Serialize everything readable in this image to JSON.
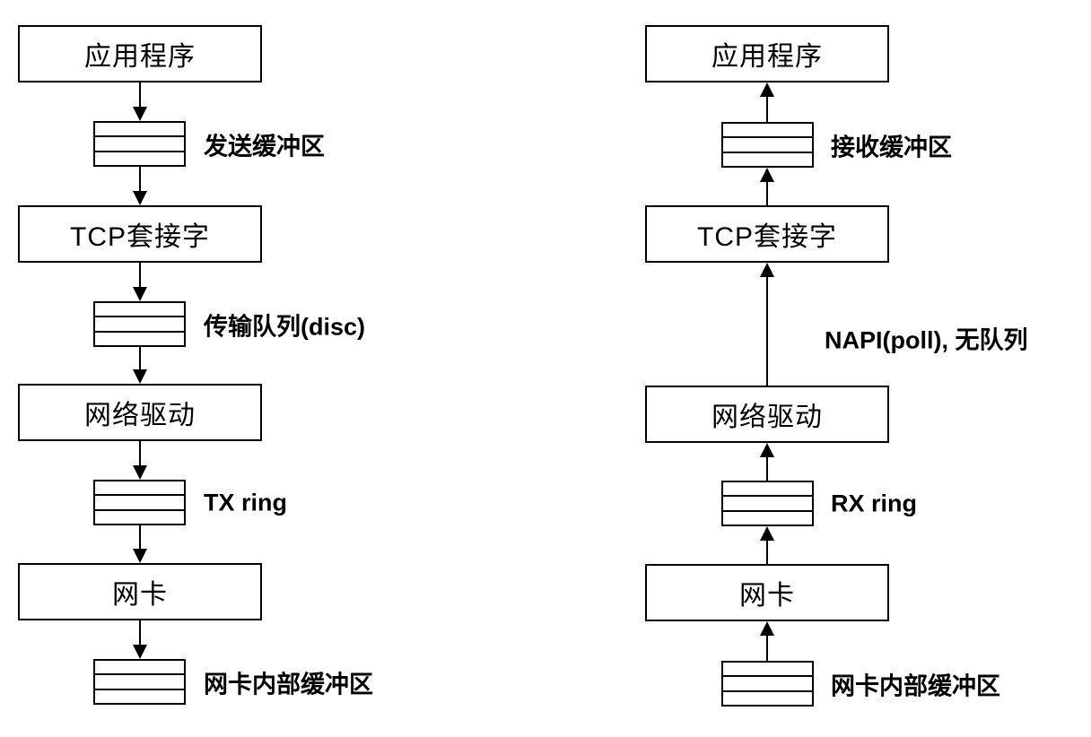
{
  "diagram": {
    "description": "Linux network stack send and receive paths",
    "colors": {
      "stroke": "#000000",
      "background": "#ffffff",
      "text": "#000000"
    },
    "queue_icon": "stacked-buffer-icon",
    "send_path": {
      "app_box": "应用程序",
      "send_buffer_label": "发送缓冲区",
      "tcp_box": "TCP套接字",
      "transmit_queue_label": "传输队列(disc)",
      "driver_box": "网络驱动",
      "tx_ring_label": "TX ring",
      "nic_box": "网卡",
      "nic_buffer_label": "网卡内部缓冲区",
      "flow_direction": "down"
    },
    "receive_path": {
      "app_box": "应用程序",
      "recv_buffer_label": "接收缓冲区",
      "tcp_box": "TCP套接字",
      "napi_edge_label": "NAPI(poll), 无队列",
      "driver_box": "网络驱动",
      "rx_ring_label": "RX ring",
      "nic_box": "网卡",
      "nic_buffer_label": "网卡内部缓冲区",
      "flow_direction": "up"
    }
  }
}
